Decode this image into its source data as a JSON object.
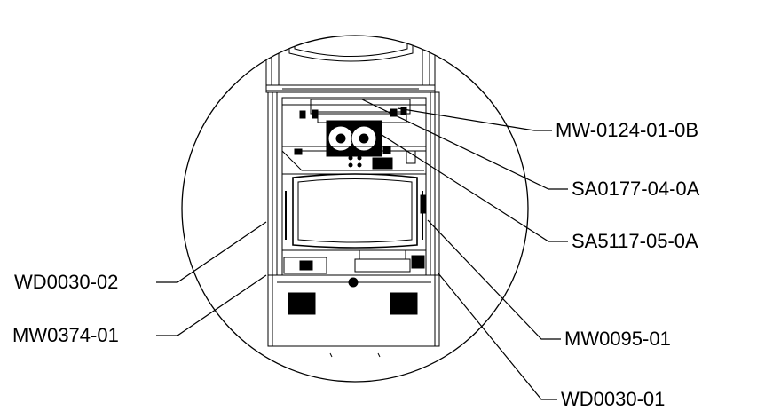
{
  "diagram": {
    "callouts": [
      {
        "id": "mw-0124-01-0b",
        "text": "MW-0124-01-0B"
      },
      {
        "id": "sa0177-04-0a",
        "text": "SA0177-04-0A"
      },
      {
        "id": "sa5117-05-0a",
        "text": "SA5117-05-0A"
      },
      {
        "id": "wd0030-02",
        "text": "WD0030-02"
      },
      {
        "id": "mw0374-01",
        "text": "MW0374-01"
      },
      {
        "id": "mw0095-01",
        "text": "MW0095-01"
      },
      {
        "id": "wd0030-01",
        "text": "WD0030-01"
      }
    ],
    "colors": {
      "line": "#000000",
      "background": "#ffffff"
    }
  }
}
